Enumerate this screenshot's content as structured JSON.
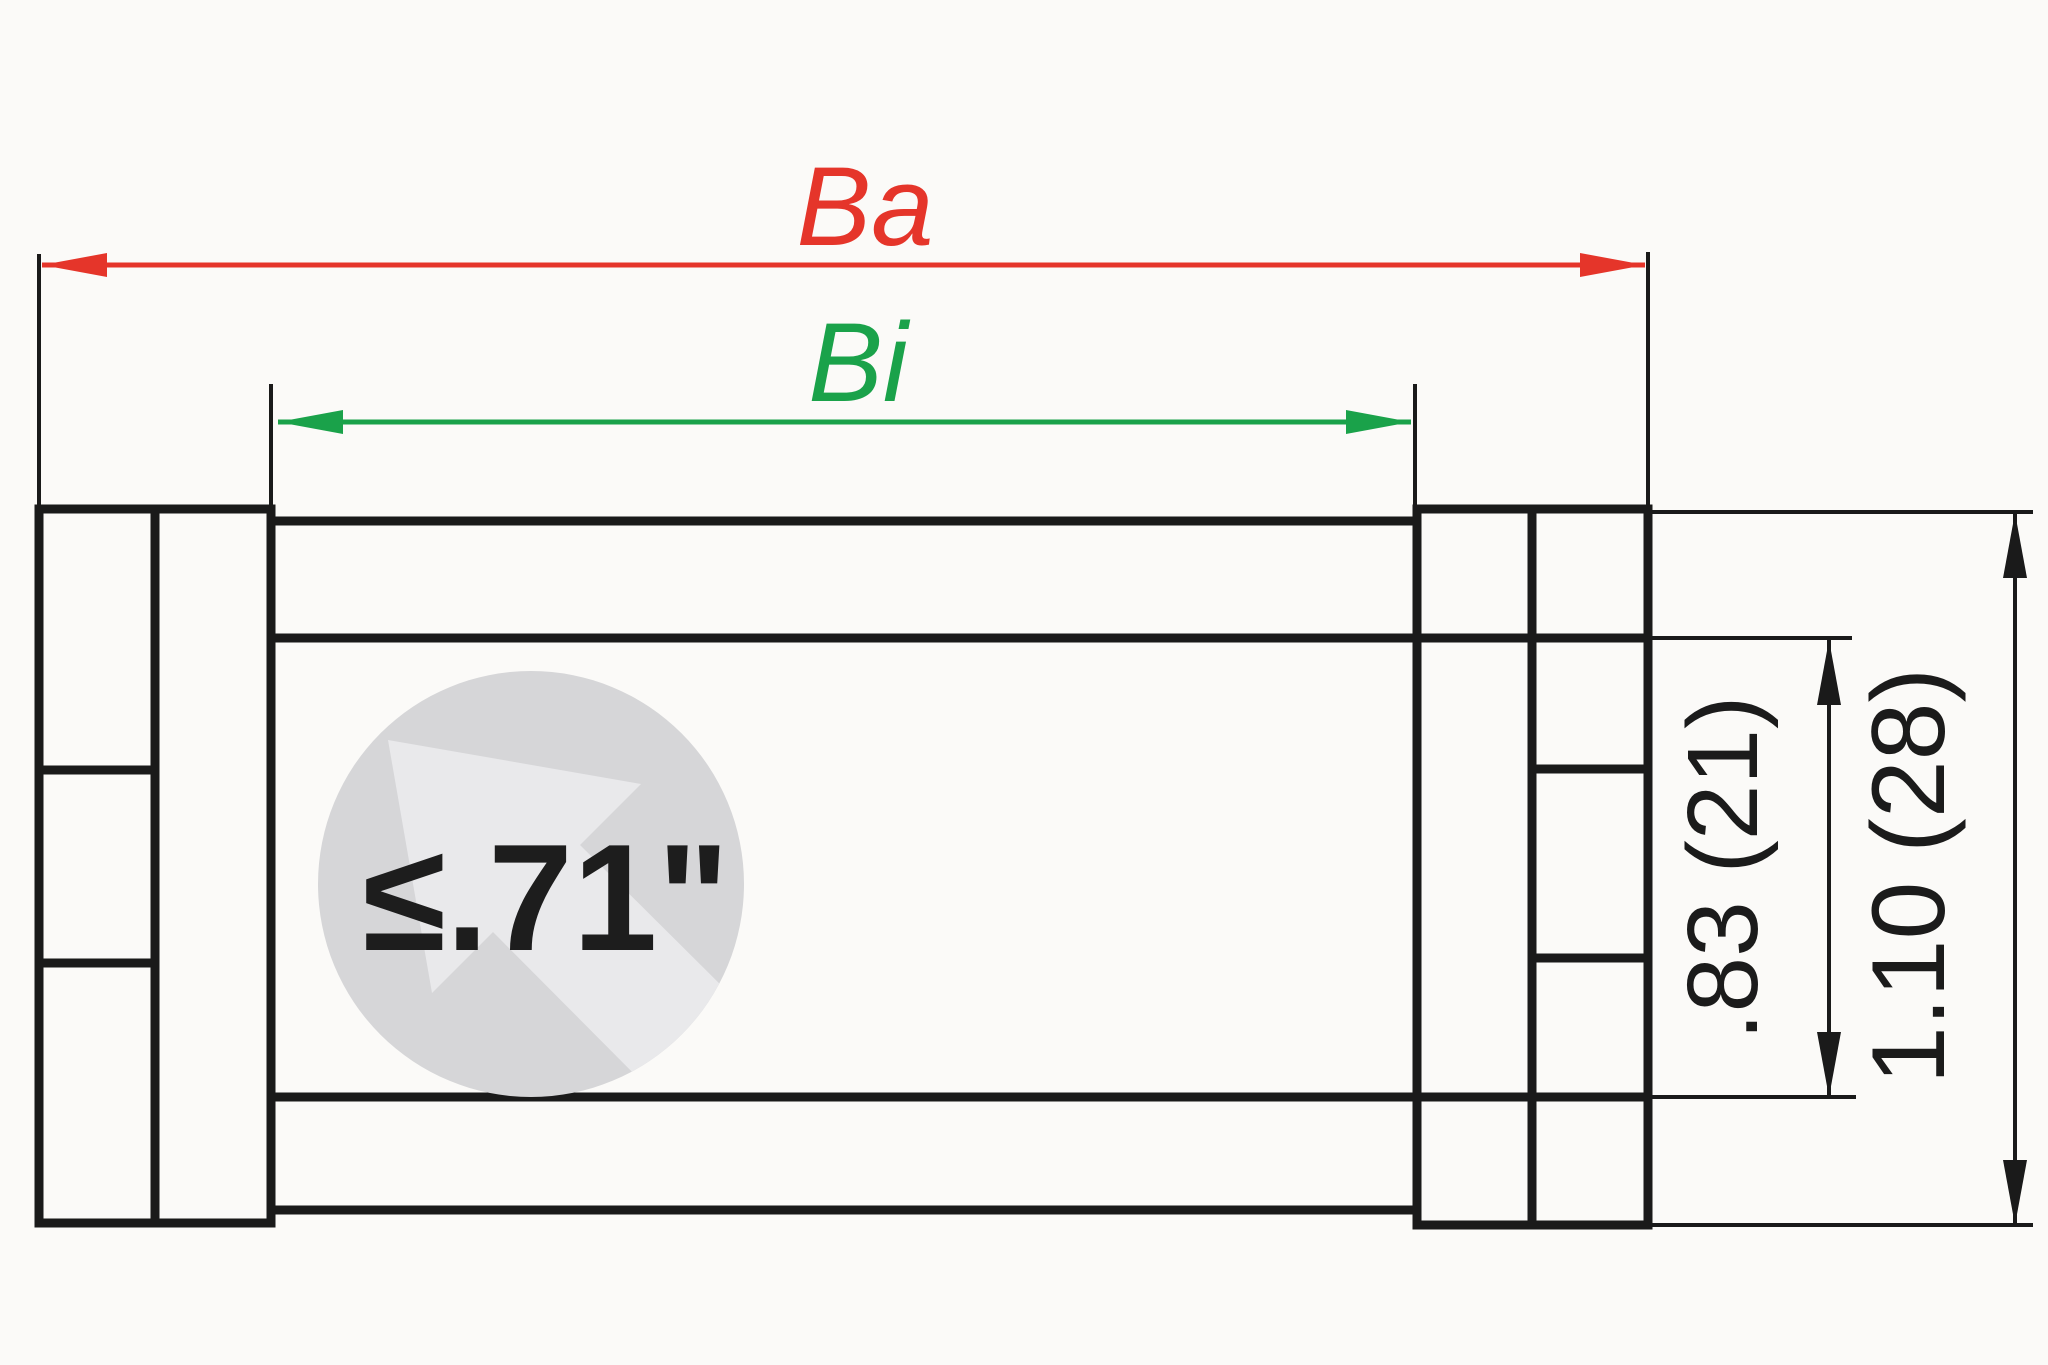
{
  "diagram": {
    "type": "technical-dimension-drawing",
    "subject": "cable-carrier cross-section with width and height dimensions",
    "background": "#fbfaf8",
    "line_color": "#1a1a1a"
  },
  "labels": {
    "outer_width": "Ba",
    "inner_width": "Bi",
    "inner_height": ".83 (21)",
    "outer_height": "1.10 (28)",
    "max_fill_diameter": "≤.71\""
  },
  "colors": {
    "outer_width_red": "#e5352a",
    "inner_width_green": "#1aa24a",
    "dimension_black": "#1b1b1b",
    "badge_circle_gray": "#d6d6d8",
    "badge_arrow_gray": "#e9e9eb"
  }
}
